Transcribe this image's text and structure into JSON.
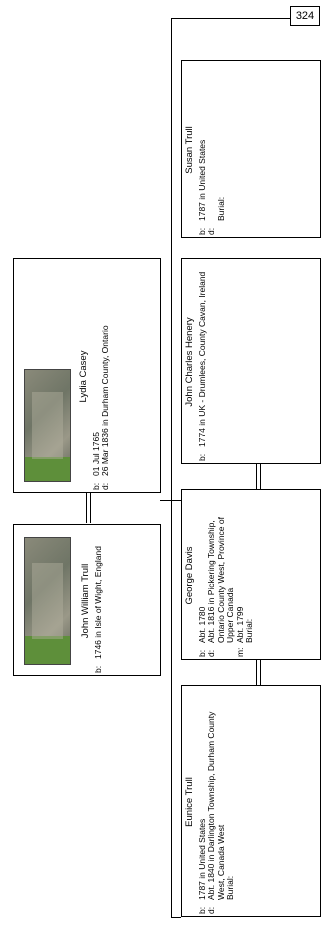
{
  "page_ref": "324",
  "parents": [
    {
      "name": "John William Trull",
      "events": [
        {
          "label": "b:",
          "value": "1746 in Isle of Wight, England"
        }
      ]
    },
    {
      "name": "Lydia Casey",
      "events": [
        {
          "label": "b:",
          "value": "01 Jul 1765"
        },
        {
          "label": "d:",
          "value": "26 Mar 1836 in Durham County, Ontario"
        }
      ]
    }
  ],
  "children": [
    {
      "name": "Eunice Trull",
      "events": [
        {
          "label": "b:",
          "value": "1787 in United States"
        },
        {
          "label": "d:",
          "value": "Abt. 1840 in Darlington Township, Durham County West, Canada West"
        },
        {
          "label": "",
          "value": "Burial:"
        }
      ]
    },
    {
      "name": "George Davis",
      "events": [
        {
          "label": "b:",
          "value": "Abt. 1780"
        },
        {
          "label": "d:",
          "value": "Abt. 1816 in Pickering Township, Ontario County West, Province of Upper Canada"
        },
        {
          "label": "m:",
          "value": "Abt. 1799"
        },
        {
          "label": "",
          "value": "Burial:"
        }
      ]
    },
    {
      "name": "John Charles Henery",
      "events": [
        {
          "label": "b:",
          "value": "1774 in UK - Drumlees, County Cavan, Ireland"
        }
      ]
    },
    {
      "name": "Susan Trull",
      "events": [
        {
          "label": "b:",
          "value": "1787 in United States"
        },
        {
          "label": "d:",
          "value": ""
        },
        {
          "label": "",
          "value": "Burial:"
        }
      ]
    }
  ]
}
